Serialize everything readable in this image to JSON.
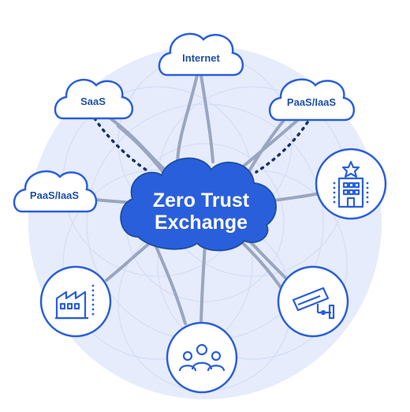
{
  "hub": {
    "line1": "Zero Trust",
    "line2": "Exchange"
  },
  "clouds": {
    "internet": "Internet",
    "saas": "SaaS",
    "paas_right": "PaaS/IaaS",
    "paas_left": "PaaS/IaaS"
  },
  "icons": {
    "branch_office": "building-icon",
    "factory": "factory-icon",
    "users": "users-icon",
    "iot": "security-camera-icon"
  },
  "colors": {
    "brand_blue": "#2a5fdc",
    "dark_blue": "#1f4fa8",
    "connector_gray": "#9aa6bf",
    "halo": "#e3e9fb"
  }
}
